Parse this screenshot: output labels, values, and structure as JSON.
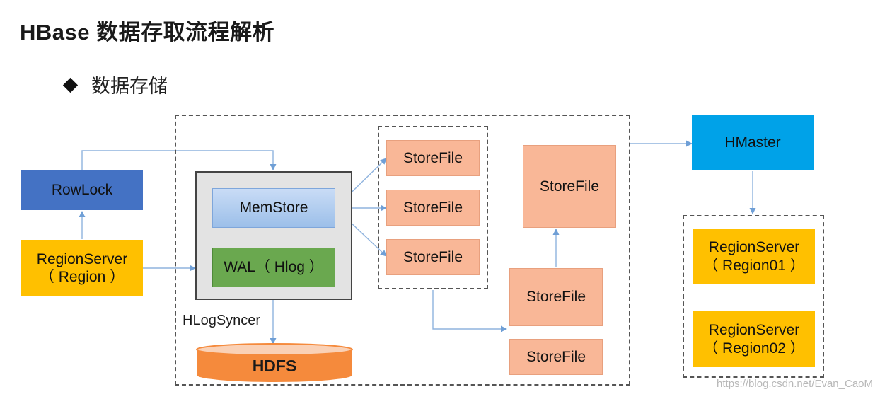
{
  "header": {
    "title": "HBase 数据存取流程解析",
    "bullet": "数据存储"
  },
  "diagram": {
    "rowlock": "RowLock",
    "regionserver_left": [
      "RegionServer",
      "（ Region ）"
    ],
    "memstore": "MemStore",
    "wal": "WAL（ Hlog ）",
    "hlogsyncer": "HLogSyncer",
    "hdfs": "HDFS",
    "storefile": "StoreFile",
    "hmaster": "HMaster",
    "regionserver_01": [
      "RegionServer",
      "（ Region01 ）"
    ],
    "regionserver_02": [
      "RegionServer",
      "（ Region02 ）"
    ]
  },
  "watermark": "https://blog.csdn.net/Evan_CaoM",
  "colors": {
    "rowlock": "#4472c4",
    "regionserver": "#ffc000",
    "storefile": "#f9b797",
    "hmaster": "#00a2e8",
    "memstore": "#b3cff0",
    "wal": "#6aa84f",
    "hdfs": "#f58a3c",
    "arrow": "#7aa6d8"
  }
}
